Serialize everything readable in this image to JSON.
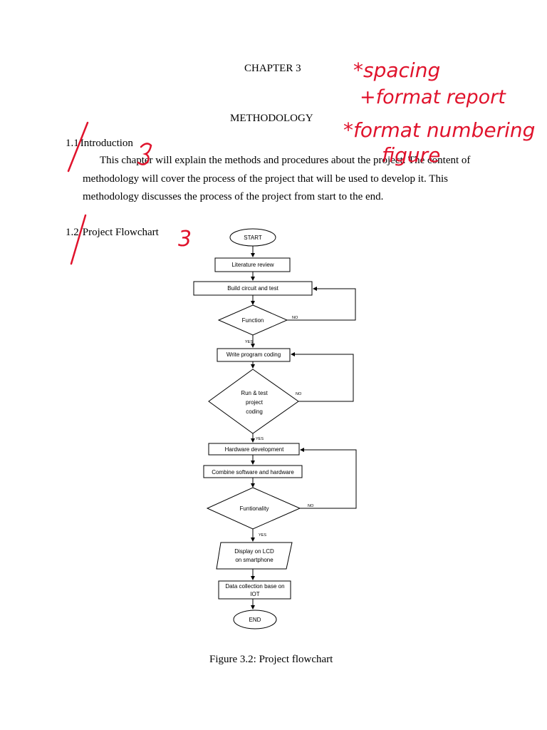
{
  "heading": {
    "chapter": "CHAPTER 3",
    "title": "METHODOLOGY"
  },
  "section_intro": {
    "number": "1.1",
    "title": "Introduction",
    "text": "This chapter will explain the methods and procedures about the project. The content of methodology will cover the process of the project that will be used to develop it. This methodology discusses the process of the project from start to the end."
  },
  "section_flowchart": {
    "number": "1.2",
    "title": "Project Flowchart"
  },
  "flowchart": {
    "start": "START",
    "literature": "Literature review",
    "build": "Build circuit and test",
    "function": "Function",
    "write": "Write program coding",
    "run_test": [
      "Run & test",
      "project",
      "coding"
    ],
    "hardware": "Hardware development",
    "combine": "Combine software and hardware",
    "funtionality": "Funtionality",
    "display": [
      "Display on LCD",
      "on smartphone"
    ],
    "data": [
      "Data collection base on",
      "IOT"
    ],
    "end": "END",
    "yes": "YES",
    "no": "NO"
  },
  "caption": "Figure 3.2: Project flowchart",
  "annotations": {
    "note1": "*spacing",
    "note2": "+format report",
    "note3": "*format numbering",
    "note4": "figure",
    "mark": "3"
  }
}
